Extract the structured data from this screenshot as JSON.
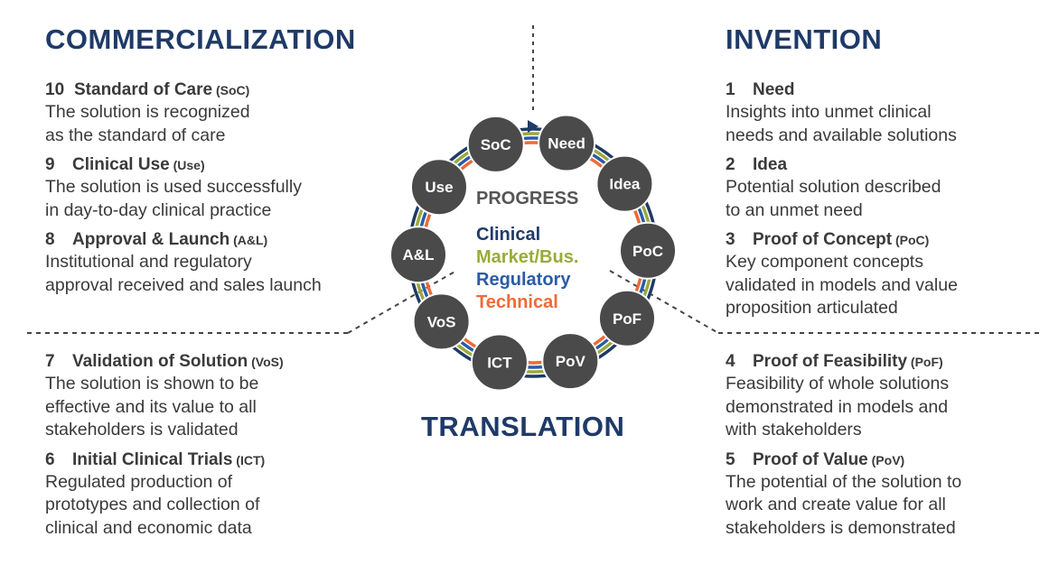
{
  "sections": {
    "commercialization": "COMMERCIALIZATION",
    "invention": "INVENTION",
    "translation": "TRANSLATION"
  },
  "left_top": [
    {
      "num": "10",
      "title": "Standard of Care",
      "abbr": "(SoC)",
      "desc": [
        "The solution is recognized",
        "as the standard of care"
      ]
    },
    {
      "num": "9",
      "title": "Clinical Use",
      "abbr": "(Use)",
      "desc": [
        "The solution is used successfully",
        "in day-to-day clinical practice"
      ]
    },
    {
      "num": "8",
      "title": "Approval & Launch",
      "abbr": "(A&L)",
      "desc": [
        "Institutional and regulatory",
        "approval received and sales launch"
      ]
    }
  ],
  "left_bottom": [
    {
      "num": "7",
      "title": "Validation of Solution",
      "abbr": "(VoS)",
      "desc": [
        "The solution is shown to be",
        "effective and its value to all",
        "stakeholders is validated"
      ]
    },
    {
      "num": "6",
      "title": "Initial Clinical Trials",
      "abbr": "(ICT)",
      "desc": [
        "Regulated production of",
        "prototypes and collection of",
        "clinical and economic data"
      ]
    }
  ],
  "right_top": [
    {
      "num": "1",
      "title": "Need",
      "abbr": "",
      "desc": [
        "Insights into unmet clinical",
        "needs and available solutions"
      ]
    },
    {
      "num": "2",
      "title": "Idea",
      "abbr": "",
      "desc": [
        "Potential solution described",
        "to an unmet need"
      ]
    },
    {
      "num": "3",
      "title": "Proof of Concept",
      "abbr": "(PoC)",
      "desc": [
        "Key component concepts",
        "validated in models and value",
        "proposition articulated"
      ]
    }
  ],
  "right_bottom": [
    {
      "num": "4",
      "title": "Proof of Feasibility",
      "abbr": "(PoF)",
      "desc": [
        "Feasibility of whole solutions",
        "demonstrated in models and",
        "with stakeholders"
      ]
    },
    {
      "num": "5",
      "title": "Proof of Value",
      "abbr": "(PoV)",
      "desc": [
        "The potential of the solution to",
        "work and create value for all",
        "stakeholders is demonstrated"
      ]
    }
  ],
  "cycle": {
    "center_title": "PROGRESS",
    "tracks": [
      {
        "label": "Clinical",
        "color": "#1f3a68"
      },
      {
        "label": "Market/Bus.",
        "color": "#9aaa3a"
      },
      {
        "label": "Regulatory",
        "color": "#2a5ba8"
      },
      {
        "label": "Technical",
        "color": "#f06a35"
      }
    ],
    "nodes": [
      "Need",
      "Idea",
      "PoC",
      "PoF",
      "PoV",
      "ICT",
      "VoS",
      "A&L",
      "Use",
      "SoC"
    ],
    "node_color": "#4a4a4a"
  }
}
